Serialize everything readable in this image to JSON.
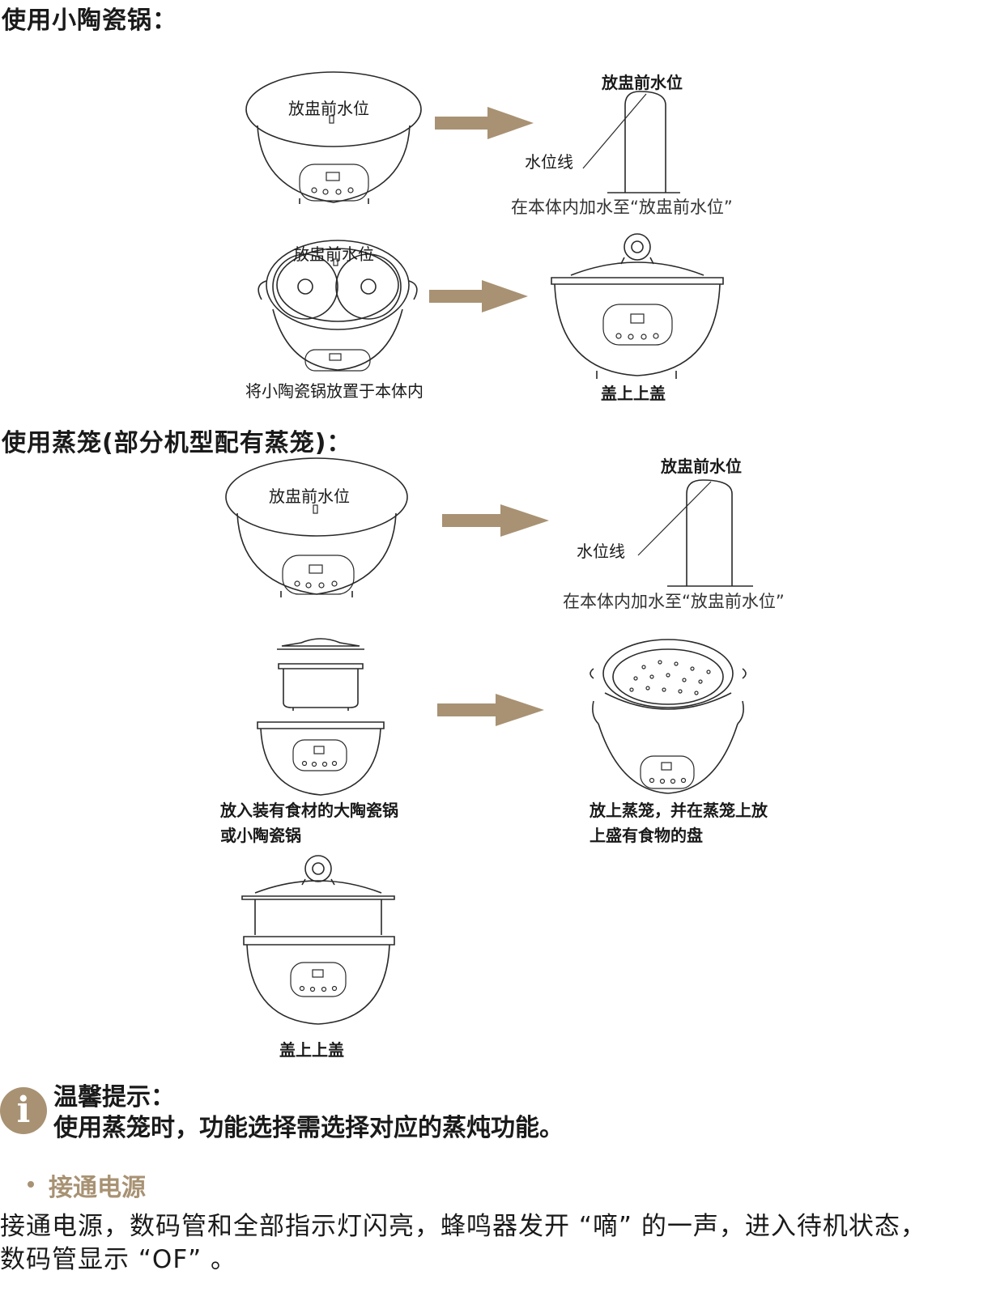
{
  "section1": {
    "heading": "使用小陶瓷锅：",
    "pot_top_label": "放盅前水位",
    "level_top_label": "放盅前水位",
    "level_line_label": "水位线",
    "level_instruction": "在本体内加水至“放盅前水位”",
    "pot2_label": "放盅前水位",
    "caption_place": "将小陶瓷锅放置于本体内",
    "caption_lid": "盖上上盖"
  },
  "section2": {
    "heading": "使用蒸笼(部分机型配有蒸笼)：",
    "pot_top_label": "放盅前水位",
    "level_top_label": "放盅前水位",
    "level_line_label": "水位线",
    "level_instruction": "在本体内加水至“放盅前水位”",
    "caption_insert_1": "放入装有食材的大陶瓷锅",
    "caption_insert_2": "或小陶瓷锅",
    "caption_steamer_1": "放上蒸笼，并在蒸笼上放",
    "caption_steamer_2": "上盛有食物的盘",
    "caption_lid": "盖上上盖"
  },
  "tip": {
    "icon": "info-icon",
    "title": "温馨提示：",
    "text": "使用蒸笼时，功能选择需选择对应的蒸炖功能。"
  },
  "power": {
    "title": "接通电源",
    "line1": "接通电源，数码管和全部指示灯闪亮，蜂鸣器发开 “嘀” 的一声，进入待机状态，",
    "line2": "数码管显示 “OF” 。"
  },
  "colors": {
    "accent": "#a89273",
    "text": "#1a1a1a"
  }
}
